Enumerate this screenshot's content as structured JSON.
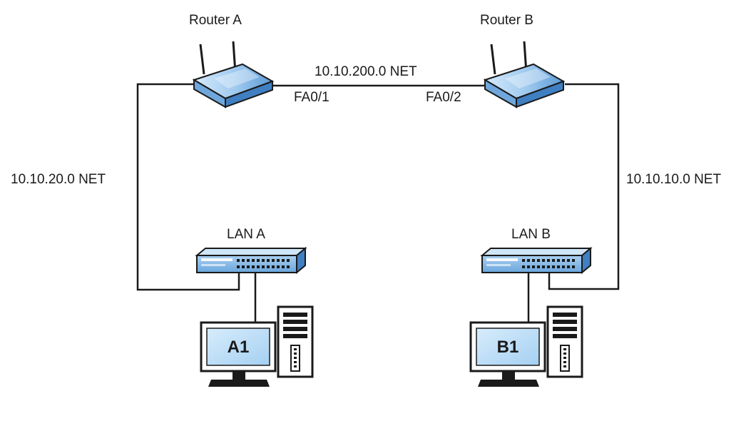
{
  "routers": {
    "a": {
      "label": "Router A",
      "port": "FA0/1"
    },
    "b": {
      "label": "Router B",
      "port": "FA0/2"
    }
  },
  "networks": {
    "router_link": "10.10.200.0 NET",
    "left": "10.10.20.0 NET",
    "right": "10.10.10.0 NET"
  },
  "lans": {
    "a": "LAN A",
    "b": "LAN B"
  },
  "hosts": {
    "a1": "A1",
    "b1": "B1"
  },
  "colors": {
    "device_light": "#b8d8f2",
    "device_mid": "#7fb4e0",
    "device_dark": "#3d7fc4",
    "line": "#1a1a1a",
    "screen_fill": "#bfe0f8"
  },
  "icons": {
    "router": "wireless-router-icon",
    "switch": "network-switch-icon",
    "monitor": "monitor-icon",
    "tower": "pc-tower-icon"
  }
}
